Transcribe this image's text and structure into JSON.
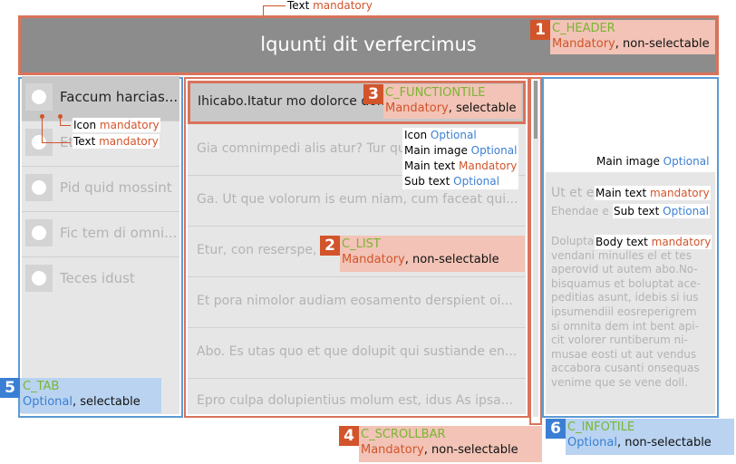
{
  "header": {
    "title": "lquunti dit verfercimus",
    "text_callout": "Text",
    "text_callout_req": "mandatory",
    "badge_num": "1",
    "badge_name": "C_HEADER",
    "badge_req": "Mandatory",
    "badge_rest": ", non-selectable"
  },
  "tab": {
    "items": [
      "Faccum harcias...",
      "Et",
      "Pid quid mossint",
      "Fic tem di omni...",
      "Teces idust"
    ],
    "icon_callout": "Icon",
    "icon_callout_req": "mandatory",
    "text_callout": "Text",
    "text_callout_req": "mandatory",
    "badge_num": "5",
    "badge_name": "C_TAB",
    "badge_req": "Optional",
    "badge_rest": ", selectable"
  },
  "list": {
    "function_tile": "Ihicabo.Itatur mo dolorce dolo...",
    "rows": [
      "Gia comnimpedi alis atur? Tur quat...",
      "Ga. Ut que volorum is eum niam, cum faceat qui...",
      "Etur, con reserspe, lia...",
      "Et pora nimolor audiam eosamento derspient oi...",
      "Abo. Es utas quo et que dolupit qui sustiande en...",
      "Epro culpa dolupientius molum est, idus As ipsa..."
    ],
    "row_callout": {
      "l1": "Icon",
      "l1_req": "Optional",
      "l2": "Main image",
      "l2_req": "Optional",
      "l3": "Main text",
      "l3_req": "Mandatory",
      "l4": "Sub text",
      "l4_req": "Optional"
    },
    "badge_num": "2",
    "badge_name": "C_LIST",
    "badge_req": "Mandatory",
    "badge_rest": ", non-selectable",
    "ftile_badge_num": "3",
    "ftile_badge_name": "C_FUNCTIONTILE",
    "ftile_badge_req": "Mandatory",
    "ftile_badge_rest": ", selectable"
  },
  "scrollbar": {
    "badge_num": "4",
    "badge_name": "C_SCROLLBAR",
    "badge_req": "Mandatory",
    "badge_rest": ", non-selectable"
  },
  "infotile": {
    "main_image_label": "Main image",
    "main_image_req": "Optional",
    "main_text": "Ut et e",
    "main_text_label": "Main text",
    "main_text_req": "mandatory",
    "sub_text": "Ehendae e",
    "sub_text_label": "Sub text",
    "sub_text_req": "Optional",
    "body_text": "Dolupta\nvendani minulles el et tes\naperovid ut autem abo.No-\nbisquamus et boluptat ace-\npeditias asunt, idebis si ius\nipsumendiil eosreperigrem\nsi omnita dem int bent api-\ncit volorer runtiberum ni-\nmusae eosti ut aut vendus\naccabora cusanti onsequas\nvenime que se vene doll.",
    "body_text_label": "Body text",
    "body_text_req": "mandatory",
    "badge_num": "6",
    "badge_name": "C_INFOTILE",
    "badge_req": "Optional",
    "badge_rest": ", non-selectable"
  }
}
